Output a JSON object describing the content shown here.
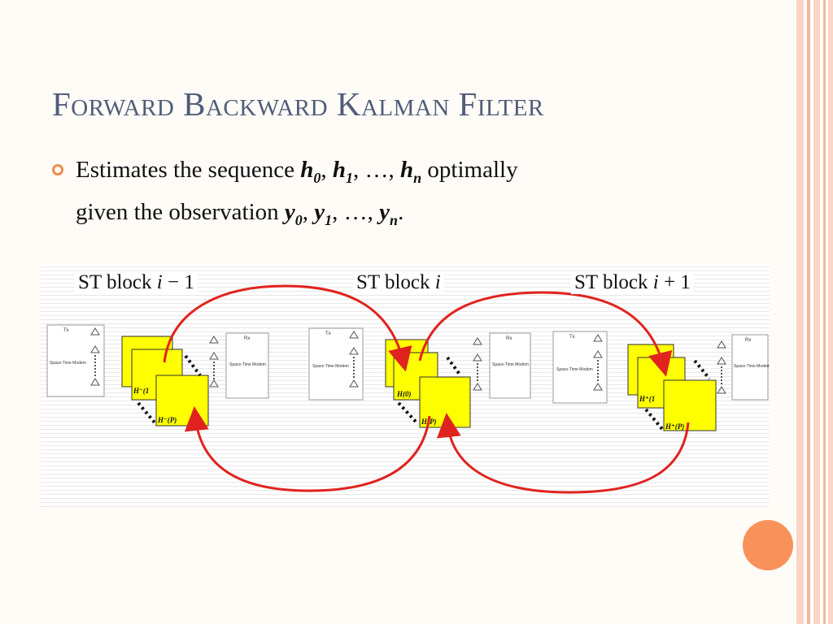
{
  "slide": {
    "title": "Forward Backward Kalman Filter",
    "bullet": {
      "part1": "Estimates the sequence ",
      "h_sym": "h",
      "sub0": "0",
      "sub1": "1",
      "subn": "n",
      "ellipsis": ", …, ",
      "part2": " optimally",
      "line2": "given the observation ",
      "y_sym": "y",
      "period": "."
    }
  },
  "diagram": {
    "blocks": [
      {
        "prefix": "ST block ",
        "var": "i",
        "suffix": " − 1"
      },
      {
        "prefix": "ST block ",
        "var": "i",
        "suffix": ""
      },
      {
        "prefix": "ST block ",
        "var": "i",
        "suffix": " + 1"
      }
    ],
    "modem_tx": "Space-Time Modem",
    "modem_rx": "Space-Time Modem",
    "tx_header": "Tx",
    "rx_header": "Rx",
    "matrix_labels": [
      "H⁻(1",
      "H⁻(P)",
      "H(0)",
      "H(P)",
      "H⁺(1",
      "H⁺(P)"
    ],
    "colors": {
      "arrow": "#e0231f",
      "matrix_fill": "#ffff00",
      "accent": "#f08a4b"
    }
  }
}
